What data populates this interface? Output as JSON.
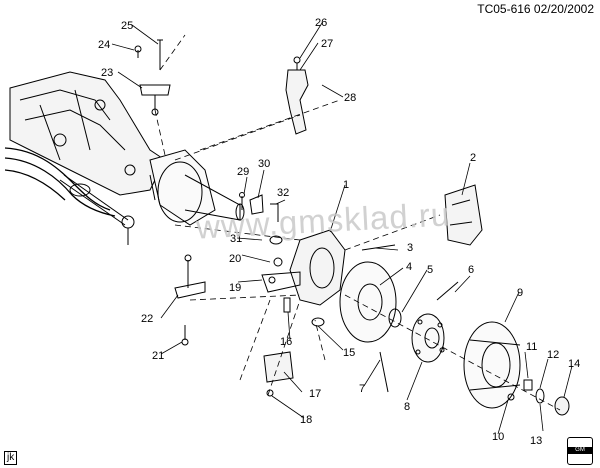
{
  "header": {
    "reference": "TC05-616  02/20/2002"
  },
  "watermark": "www.gmsklad.ru",
  "footer": {
    "corner_code": "jk",
    "emblem_text": "GM"
  },
  "callouts": {
    "n1": "1",
    "n2": "2",
    "n3": "3",
    "n4": "4",
    "n5": "5",
    "n6": "6",
    "n7": "7",
    "n8": "8",
    "n9": "9",
    "n10": "10",
    "n11": "11",
    "n12": "12",
    "n13": "13",
    "n14": "14",
    "n15": "15",
    "n16": "16",
    "n17": "17",
    "n18": "18",
    "n19": "19",
    "n20": "20",
    "n21": "21",
    "n22": "22",
    "n23": "23",
    "n24": "24",
    "n25": "25",
    "n26": "26",
    "n27": "27",
    "n28": "28",
    "n29": "29",
    "n30": "30",
    "n31": "31",
    "n32": "32"
  }
}
